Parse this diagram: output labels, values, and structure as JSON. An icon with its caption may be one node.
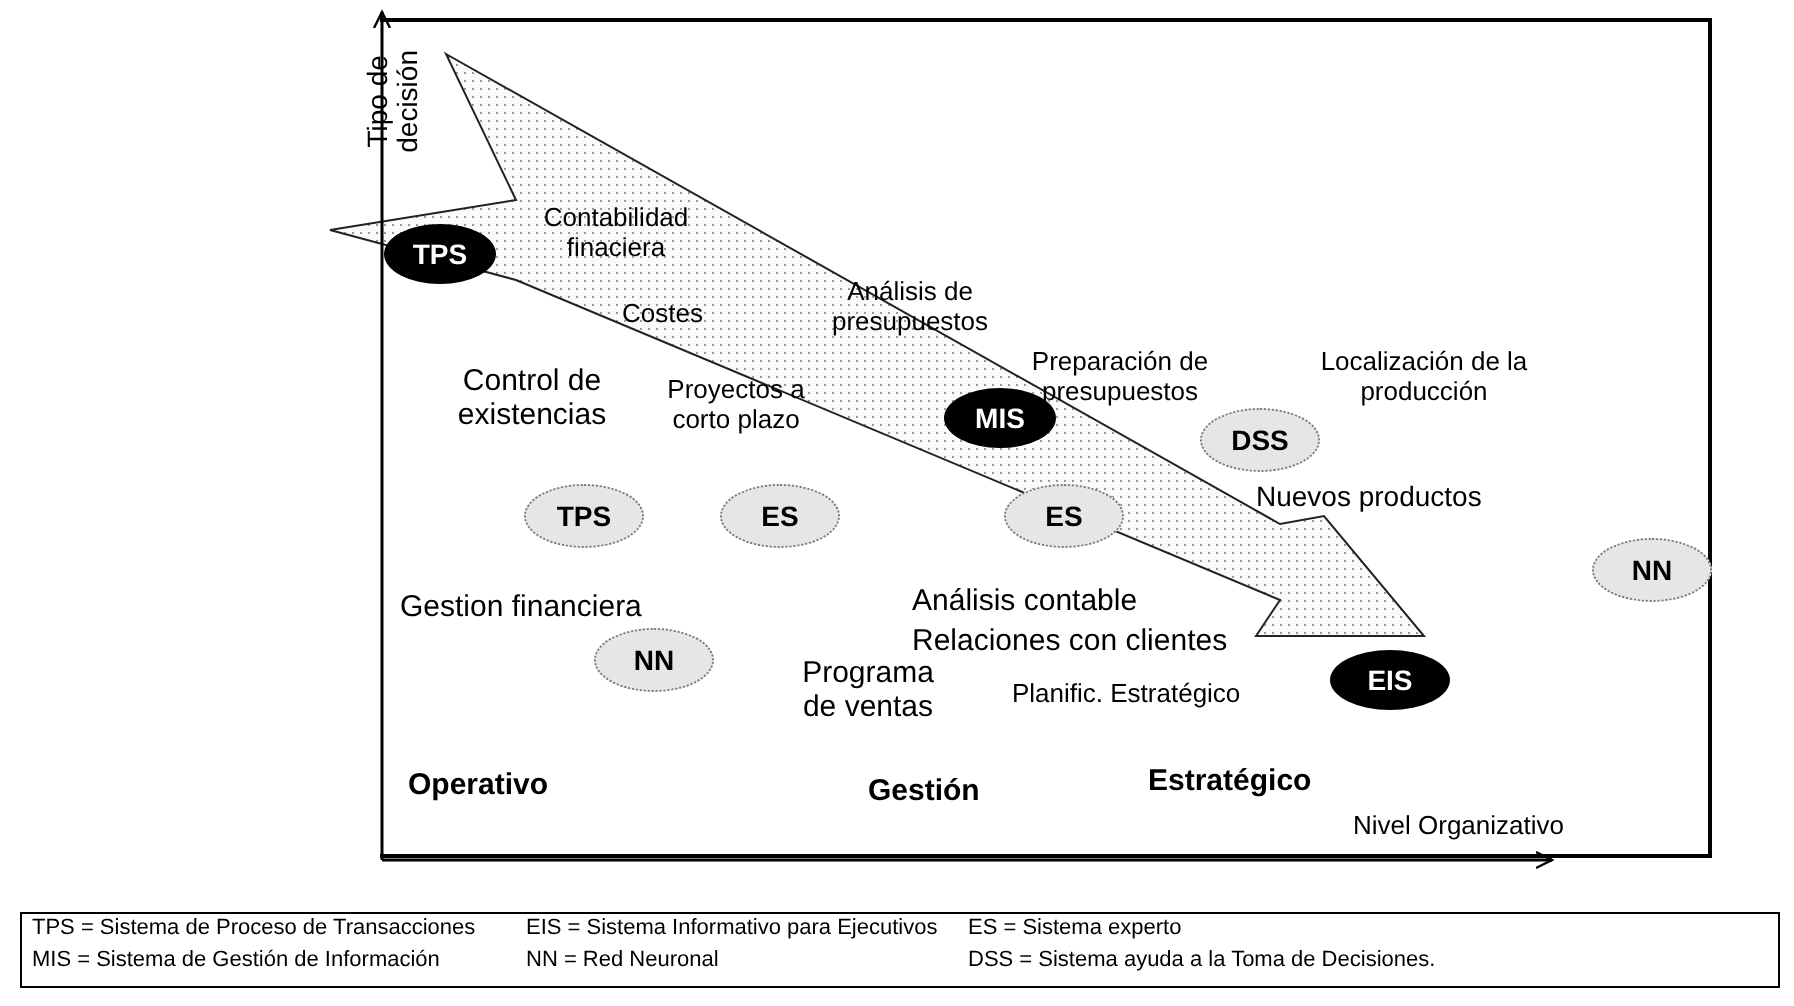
{
  "diagram": {
    "nodes": [
      {
        "text": [
          "TPS"
        ]
      },
      {
        "text": [
          "MIS"
        ]
      },
      {
        "text": [
          "DSS"
        ]
      },
      {
        "text": [
          "TPS"
        ]
      },
      {
        "text": [
          "ES"
        ]
      },
      {
        "text": [
          "ES"
        ]
      },
      {
        "text": [
          "NN"
        ]
      },
      {
        "text": [
          "NN"
        ]
      },
      {
        "text": [
          "EIS"
        ]
      }
    ],
    "edges": [],
    "labels": [
      "Tipo de decisión",
      "Contabilidad finaciera",
      "Costes",
      "Análisis de presupuestos",
      "Control de existencias",
      "Proyectos a corto plazo",
      "Preparación de presupuestos",
      "Localización de la producción",
      "Nuevos productos",
      "Gestion financiera",
      "Análisis contable",
      "Relaciones con clientes",
      "Programa de ventas",
      "Planific. Estratégico",
      "Operativo",
      "Gestión",
      "Estratégico",
      "Nivel Organizativo",
      "TPS = Sistema de Proceso de Transacciones",
      "EIS = Sistema Informativo para Ejecutivos",
      "ES = Sistema experto",
      "MIS = Sistema de Gestión de Información",
      "NN = Red Neuronal",
      "DSS = Sistema ayuda a la Toma de Decisiones."
    ]
  }
}
